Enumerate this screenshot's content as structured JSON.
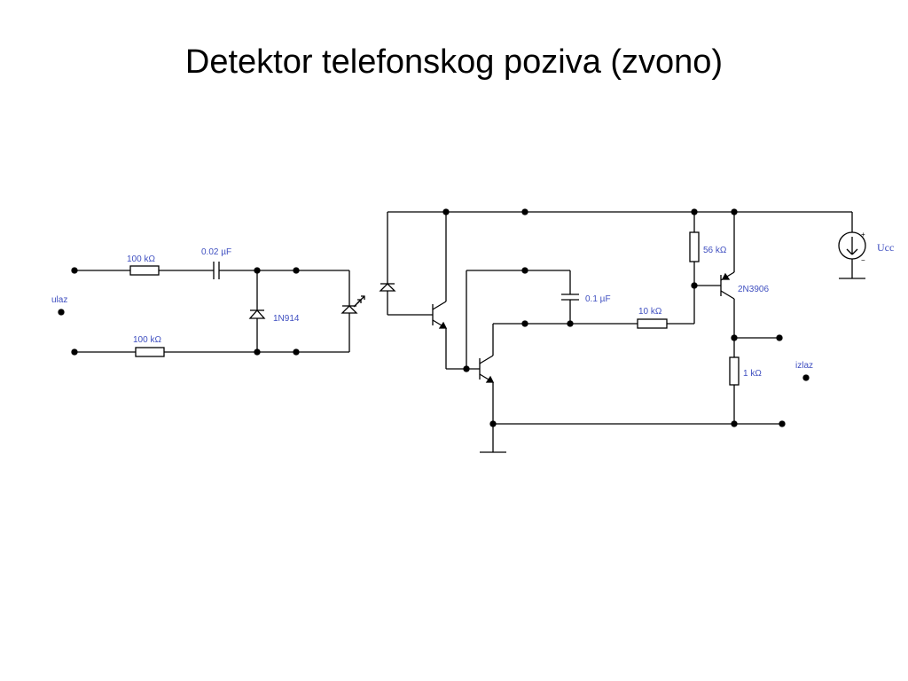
{
  "slide": {
    "title": "Detektor telefonskog poziva (zvono)"
  },
  "labels": {
    "r_input_top": "100 kΩ",
    "r_input_bottom": "100 kΩ",
    "c_input": "0.02 µF",
    "diode": "1N914",
    "input_terminal": "ulaz",
    "c_timing": "0.1 µF",
    "r_base": "10 kΩ",
    "r_pullup": "56 kΩ",
    "pnp_transistor": "2N3906",
    "r_load": "1 kΩ",
    "output_terminal": "izlaz",
    "supply": "Ucc",
    "supply_plus": "+",
    "supply_minus": "−"
  }
}
